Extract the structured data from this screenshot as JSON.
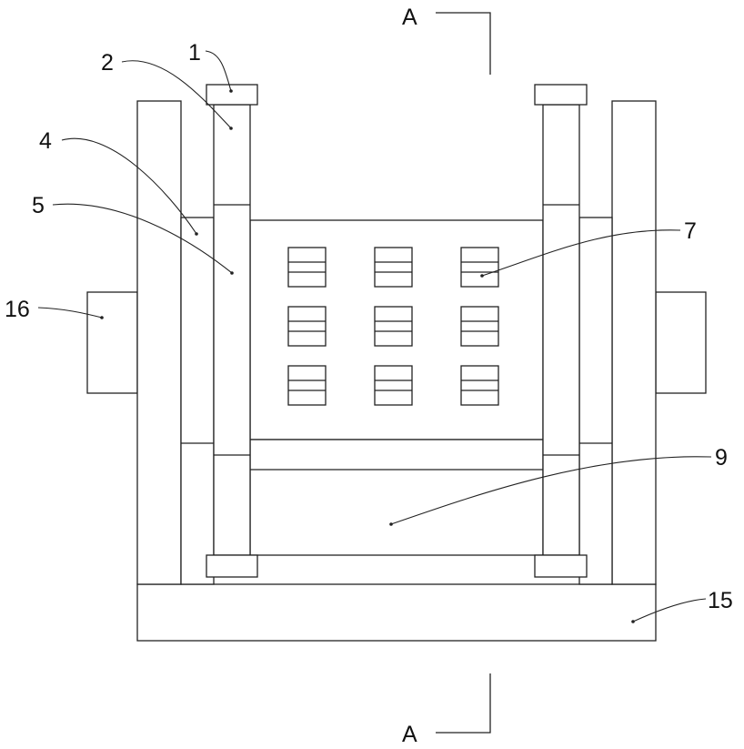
{
  "figure": {
    "section_marks": {
      "top": "A",
      "bottom": "A"
    },
    "callouts": [
      {
        "id": "1",
        "label": "1"
      },
      {
        "id": "2",
        "label": "2"
      },
      {
        "id": "4",
        "label": "4"
      },
      {
        "id": "5",
        "label": "5"
      },
      {
        "id": "7",
        "label": "7"
      },
      {
        "id": "9",
        "label": "9"
      },
      {
        "id": "15",
        "label": "15"
      },
      {
        "id": "16",
        "label": "16"
      }
    ],
    "colors": {
      "line": "#222222",
      "background": "#ffffff"
    }
  }
}
